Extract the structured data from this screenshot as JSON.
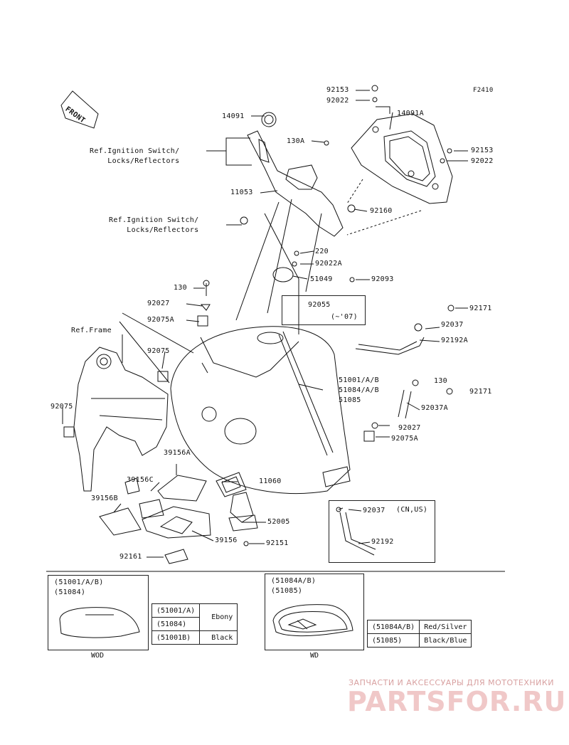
{
  "figure_code": "F2410",
  "front_label": "FRONT",
  "refs": {
    "ignition_1": [
      "Ref.Ignition Switch/",
      "Locks/Reflectors"
    ],
    "ignition_2": [
      "Ref.Ignition Switch/",
      "Locks/Reflectors"
    ],
    "frame": "Ref.Frame"
  },
  "parts": {
    "p92153_top": "92153",
    "p92022_top": "92022",
    "p14091": "14091",
    "p14091A": "14091A",
    "p130A": "130A",
    "p92153_r": "92153",
    "p92022_r": "92022",
    "p11053": "11053",
    "p92160": "92160",
    "p220": "220",
    "p92022A": "92022A",
    "p51049": "51049",
    "p92093": "92093",
    "p130_l": "130",
    "p92027_l": "92027",
    "p92075A_l": "92075A",
    "p92171_top": "92171",
    "p92037_top": "92037",
    "p92192A": "92192A",
    "p92075_mid": "92075",
    "p92075_left": "92075",
    "p51001": "51001/A/B",
    "p51084": "51084/A/B",
    "p51085": "51085",
    "p130_r": "130",
    "p92171_r": "92171",
    "p92037A": "92037A",
    "p92027_r": "92027",
    "p92075A_r": "92075A",
    "p39156A": "39156A",
    "p39156C": "39156C",
    "p11060": "11060",
    "p39156B": "39156B",
    "p52005": "52005",
    "p92037_bot": "92037",
    "p92151": "92151",
    "p39156": "39156",
    "p92192": "92192",
    "p92161": "92161"
  },
  "notes": {
    "p92055": "92055",
    "p92055_year": "(~'07)",
    "cn_us": "(CN,US)"
  },
  "panels": {
    "wod": {
      "title": [
        "(51001/A/B)",
        "(51084)"
      ],
      "caption": "WOD"
    },
    "wd": {
      "title": [
        "(51084A/B)",
        "(51085)"
      ],
      "caption": "WD"
    }
  },
  "color_table_1": [
    {
      "code": "(51001/A)",
      "color": "Ebony"
    },
    {
      "code": "(51084)",
      "color": ""
    },
    {
      "code": "(51001B)",
      "color": "Black"
    }
  ],
  "color_table_2": [
    {
      "code": "(51084A/B)",
      "color": "Red/Silver"
    },
    {
      "code": "(51085)",
      "color": "Black/Blue"
    }
  ],
  "watermark": {
    "line1": "ЗАПЧАСТИ И АКСЕССУАРЫ ДЛЯ МОТОТЕХНИКИ",
    "line2": "PARTSFOR.RU"
  }
}
